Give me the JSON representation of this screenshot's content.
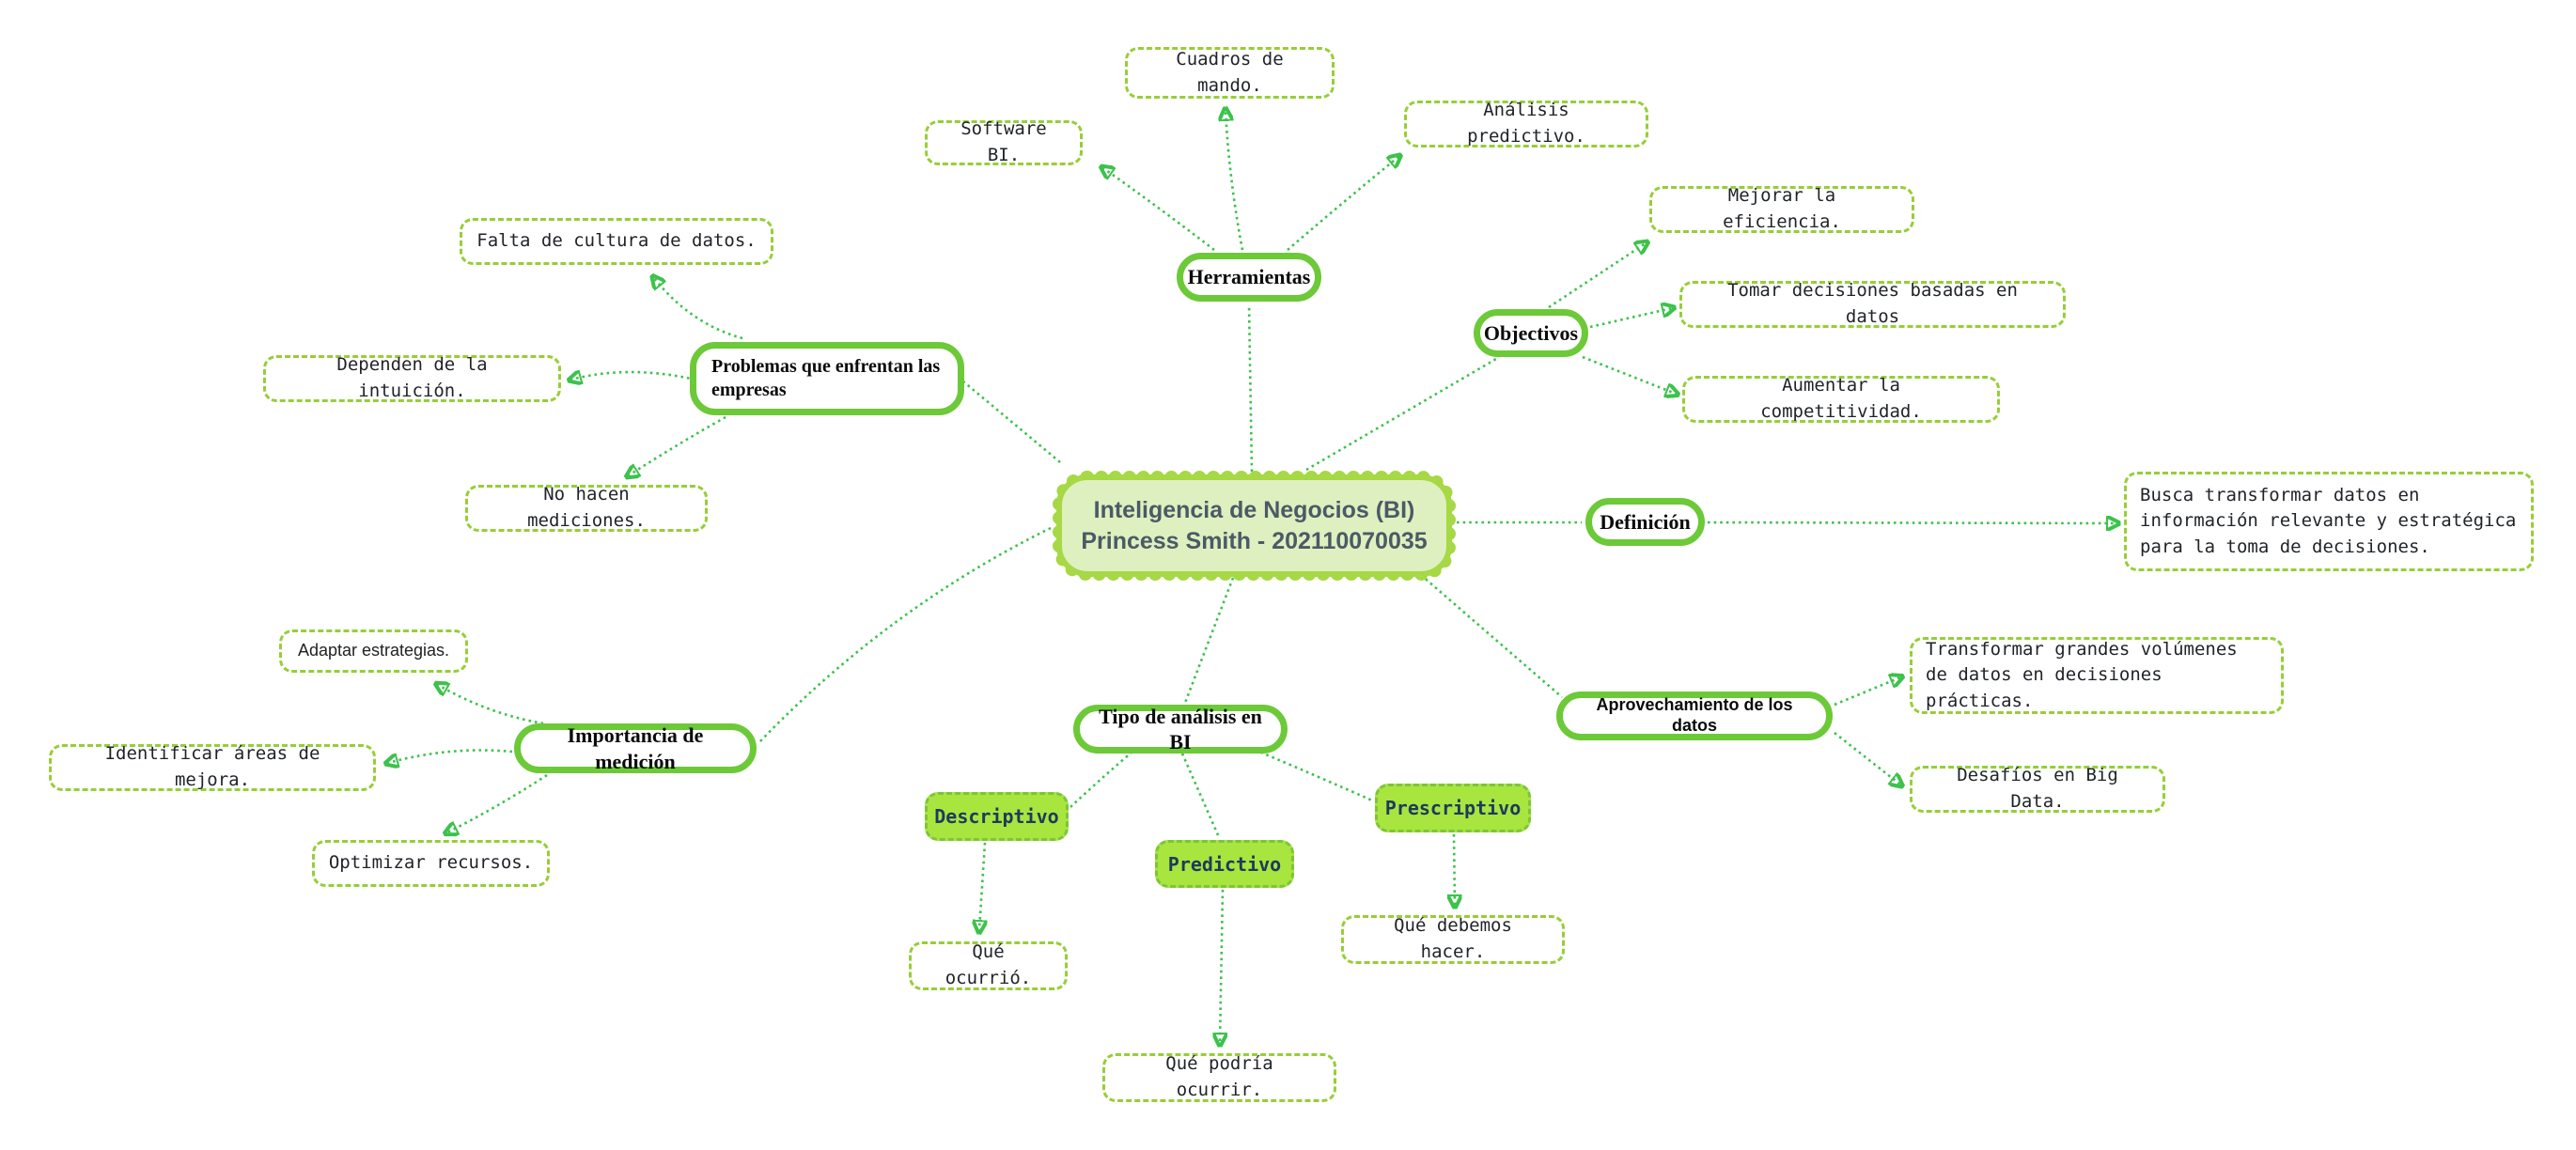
{
  "colors": {
    "edge_green": "#3dc24c",
    "category_border_green": "#6cc938",
    "leaf_border_green": "#97ce36",
    "child_fill_green": "#a8e53f",
    "child_text_navy": "#1e3a5c",
    "center_fill": "#def0bf",
    "center_border": "#a7d845",
    "center_text": "#4b5a66"
  },
  "center": {
    "line1": "Inteligencia de Negocios (BI)",
    "line2": "Princess Smith - 202110070035"
  },
  "branches": [
    {
      "label": "Herramientas",
      "leaves": [
        "Software BI.",
        "Cuadros de mando.",
        "Análisis predictivo."
      ]
    },
    {
      "label": "Objectivos",
      "leaves": [
        "Mejorar la eficiencia.",
        "Tomar decisiones basadas en datos",
        "Aumentar la competitividad."
      ]
    },
    {
      "label": "Definición",
      "leaves": [
        "Busca transformar datos en información relevante y estratégica para la toma de decisiones."
      ]
    },
    {
      "label": "Aprovechamiento de los datos",
      "leaves": [
        "Transformar grandes volúmenes de datos en decisiones prácticas.",
        "Desafíos en Big Data."
      ]
    },
    {
      "label": "Tipo de análisis en BI",
      "children": [
        {
          "label": "Descriptivo",
          "leaves": [
            "Qué ocurrió."
          ]
        },
        {
          "label": "Predictivo",
          "leaves": [
            "Qué podría ocurrir."
          ]
        },
        {
          "label": "Prescriptivo",
          "leaves": [
            "Qué debemos hacer."
          ]
        }
      ]
    },
    {
      "label": "Importancia de medición",
      "leaves": [
        "Adaptar estrategias.",
        "Identificar áreas de mejora.",
        "Optimizar recursos."
      ]
    },
    {
      "label": "Problemas que enfrentan las empresas",
      "leaves": [
        "Falta de cultura de datos.",
        "Dependen de la intuición.",
        "No hacen mediciones."
      ]
    }
  ]
}
